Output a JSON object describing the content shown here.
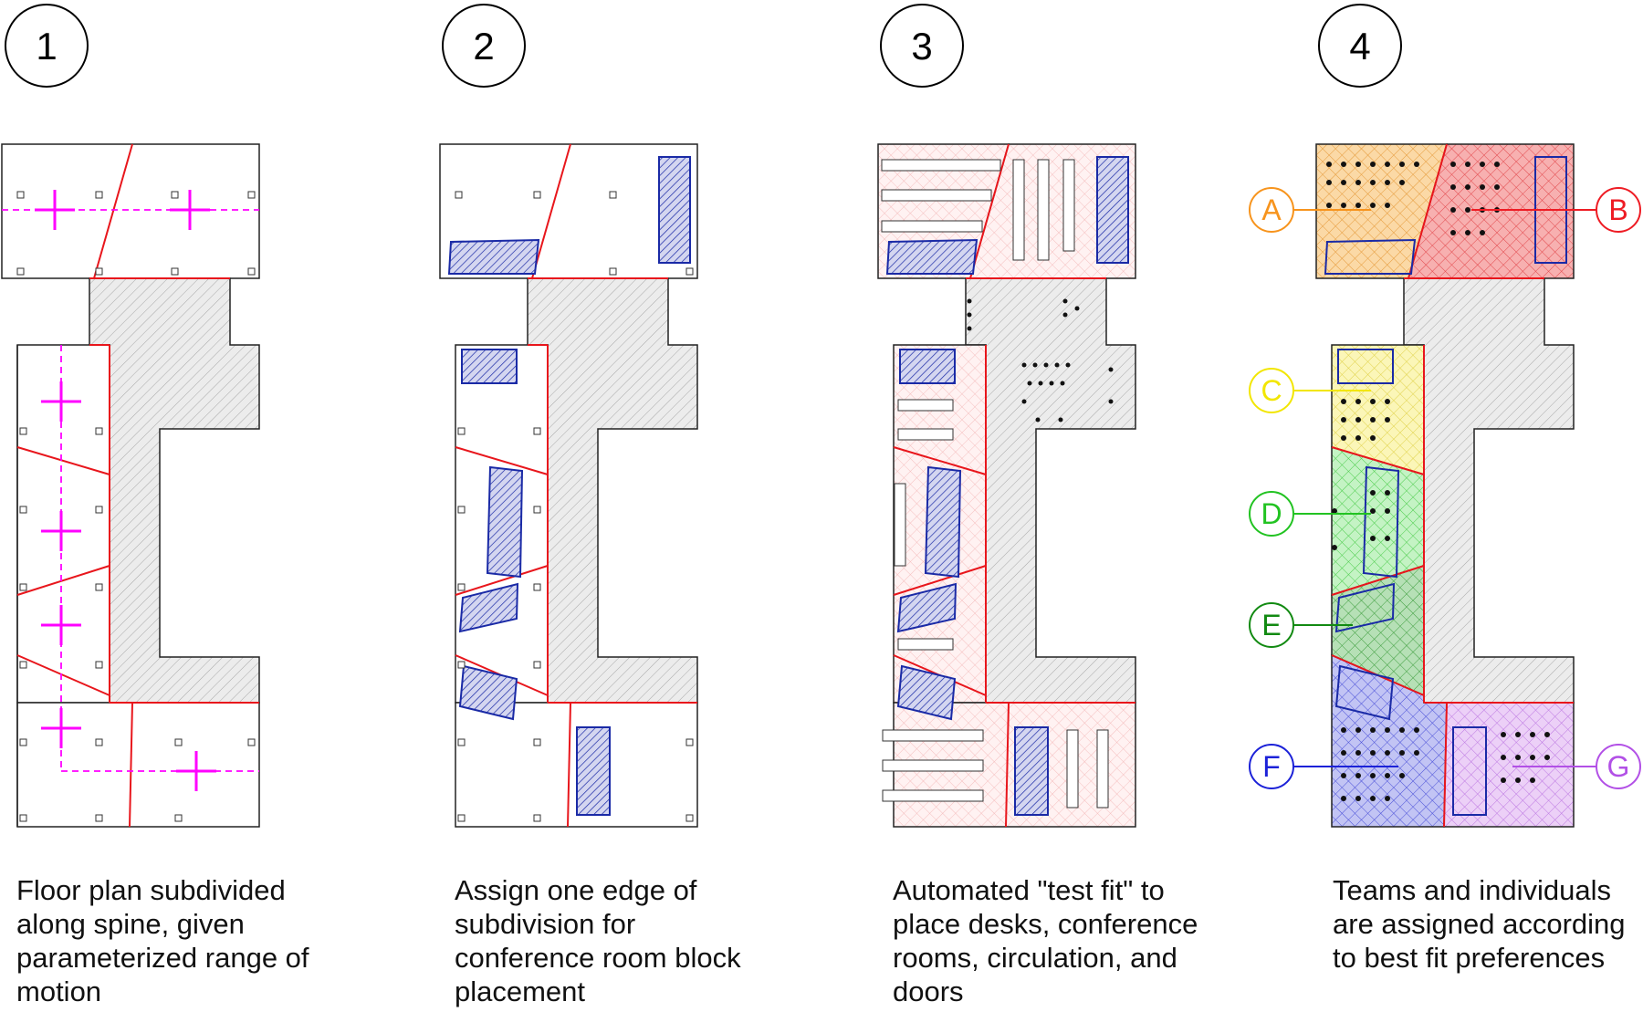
{
  "steps": [
    {
      "number": "1",
      "caption": [
        "Floor plan subdivided",
        "along spine, given",
        "parameterized range of",
        "motion"
      ]
    },
    {
      "number": "2",
      "caption": [
        "Assign one edge of",
        "subdivision for",
        "conference room block",
        "placement"
      ]
    },
    {
      "number": "3",
      "caption": [
        "Automated \"test fit\" to",
        "place desks, conference",
        "rooms, circulation, and",
        "doors"
      ]
    },
    {
      "number": "4",
      "caption": [
        "Teams and individuals",
        "are assigned according",
        "to best fit preferences"
      ]
    }
  ],
  "teams": [
    {
      "label": "A",
      "color": "#f7941d"
    },
    {
      "label": "B",
      "color": "#ee1c24"
    },
    {
      "label": "C",
      "color": "#f2e600"
    },
    {
      "label": "D",
      "color": "#22c322"
    },
    {
      "label": "E",
      "color": "#128a12"
    },
    {
      "label": "F",
      "color": "#1c22d8"
    },
    {
      "label": "G",
      "color": "#b250e6"
    }
  ],
  "colors": {
    "subdivision_line": "#e8161c",
    "motion_arrow": "#ff00ff",
    "conference_block": "#1a2aa6",
    "core_hatch": "#a0a0a0",
    "outline": "#222222"
  },
  "icons": [
    "double-arrow-icon",
    "column-marker-icon",
    "desk-icon",
    "chair-dot-icon"
  ]
}
